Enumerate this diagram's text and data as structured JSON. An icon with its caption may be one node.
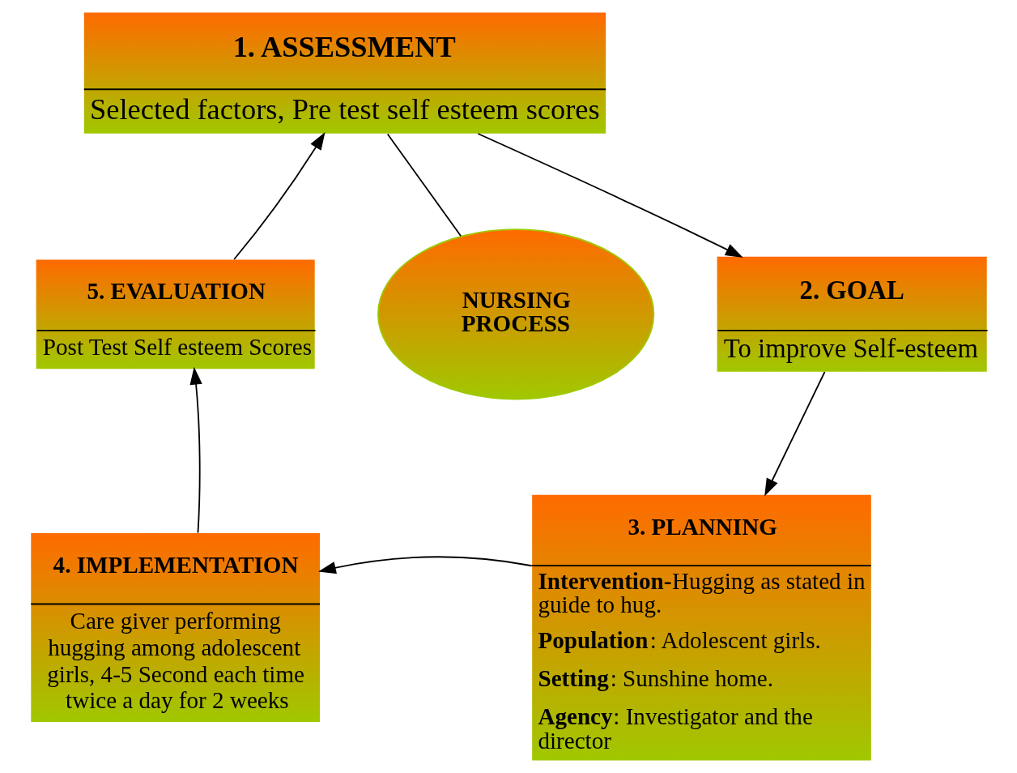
{
  "diagram": {
    "nodes": [
      {
        "text": [
          "1. ASSESSMENT",
          "Selected factors, Pre test self esteem scores"
        ]
      },
      {
        "text": [
          "2. GOAL",
          "To improve Self-esteem"
        ]
      },
      {
        "text": [
          "3. PLANNING",
          "**Intervention-**Hugging as stated in guide to hug.",
          "**Population**: Adolescent girls.",
          "**Setting**: Sunshine home.",
          "**Agency**: Investigator and the director"
        ]
      },
      {
        "text": [
          "4. IMPLEMENTATION",
          "Care giver performing hugging among adolescent girls, 4-5 Second each time twice a day for 2 weeks"
        ]
      },
      {
        "text": [
          "5. EVALUATION",
          "Post Test Self esteem Scores"
        ]
      },
      {
        "text": [
          "NURSING PROCESS"
        ]
      }
    ],
    "edges": [
      {
        "from": 0,
        "to": 1,
        "arrow": "to"
      },
      {
        "from": 1,
        "to": 2,
        "arrow": "to"
      },
      {
        "from": 2,
        "to": 3,
        "arrow": "to"
      },
      {
        "from": 3,
        "to": 4,
        "arrow": "to"
      },
      {
        "from": 4,
        "to": 0,
        "arrow": "to"
      },
      {
        "from": 0,
        "to": 5,
        "arrow": "none"
      }
    ]
  }
}
